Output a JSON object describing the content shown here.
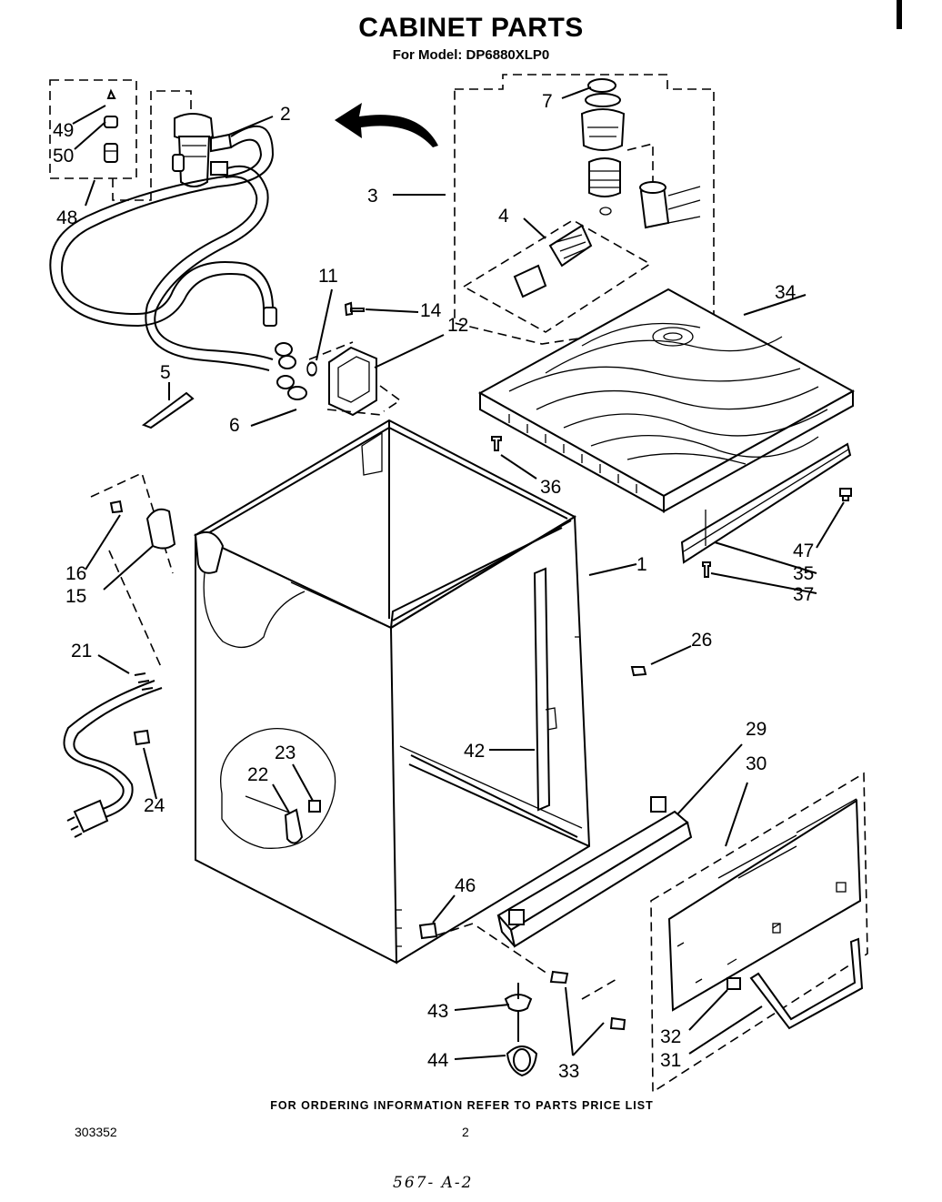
{
  "title": "CABINET PARTS",
  "subtitle": "For Model: DP6880XLP0",
  "footer_note": "FOR ORDERING INFORMATION REFER TO PARTS PRICE LIST",
  "doc_number": "303352",
  "page_number": "2",
  "handwritten_note": "567- A-2",
  "callouts": [
    "1",
    "2",
    "3",
    "4",
    "5",
    "6",
    "7",
    "11",
    "12",
    "14",
    "15",
    "16",
    "21",
    "22",
    "23",
    "24",
    "26",
    "29",
    "30",
    "31",
    "32",
    "33",
    "34",
    "35",
    "36",
    "37",
    "42",
    "43",
    "44",
    "46",
    "47",
    "48",
    "49",
    "50"
  ]
}
